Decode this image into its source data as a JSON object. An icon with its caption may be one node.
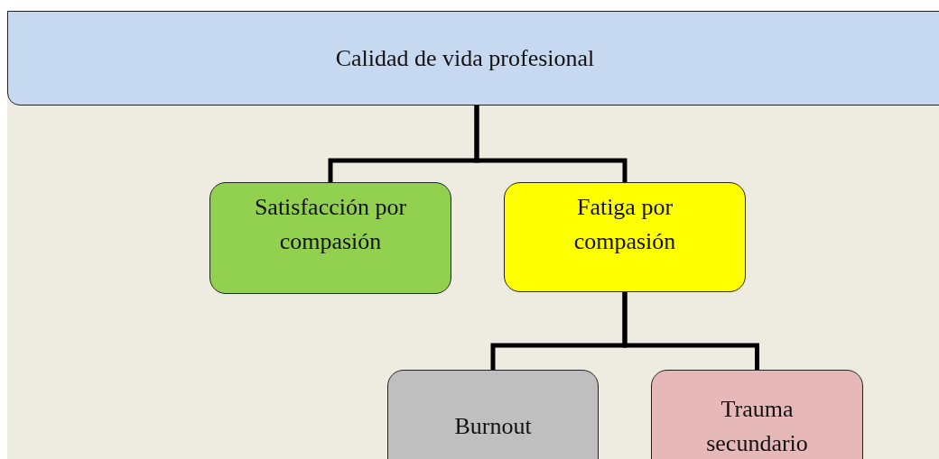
{
  "diagram": {
    "nodes": [
      {
        "text": [
          "Calidad de vida profesional"
        ]
      },
      {
        "text": [
          "Satisfacción por compasión"
        ]
      },
      {
        "text": [
          "Fatiga por compasión"
        ]
      },
      {
        "text": [
          "Burnout"
        ]
      },
      {
        "text": [
          "Trauma secundario"
        ]
      }
    ],
    "edges": [
      {
        "from": 0,
        "to": 1,
        "arrow": "none"
      },
      {
        "from": 0,
        "to": 2,
        "arrow": "none"
      },
      {
        "from": 2,
        "to": 3,
        "arrow": "none"
      },
      {
        "from": 2,
        "to": 4,
        "arrow": "none"
      }
    ]
  }
}
